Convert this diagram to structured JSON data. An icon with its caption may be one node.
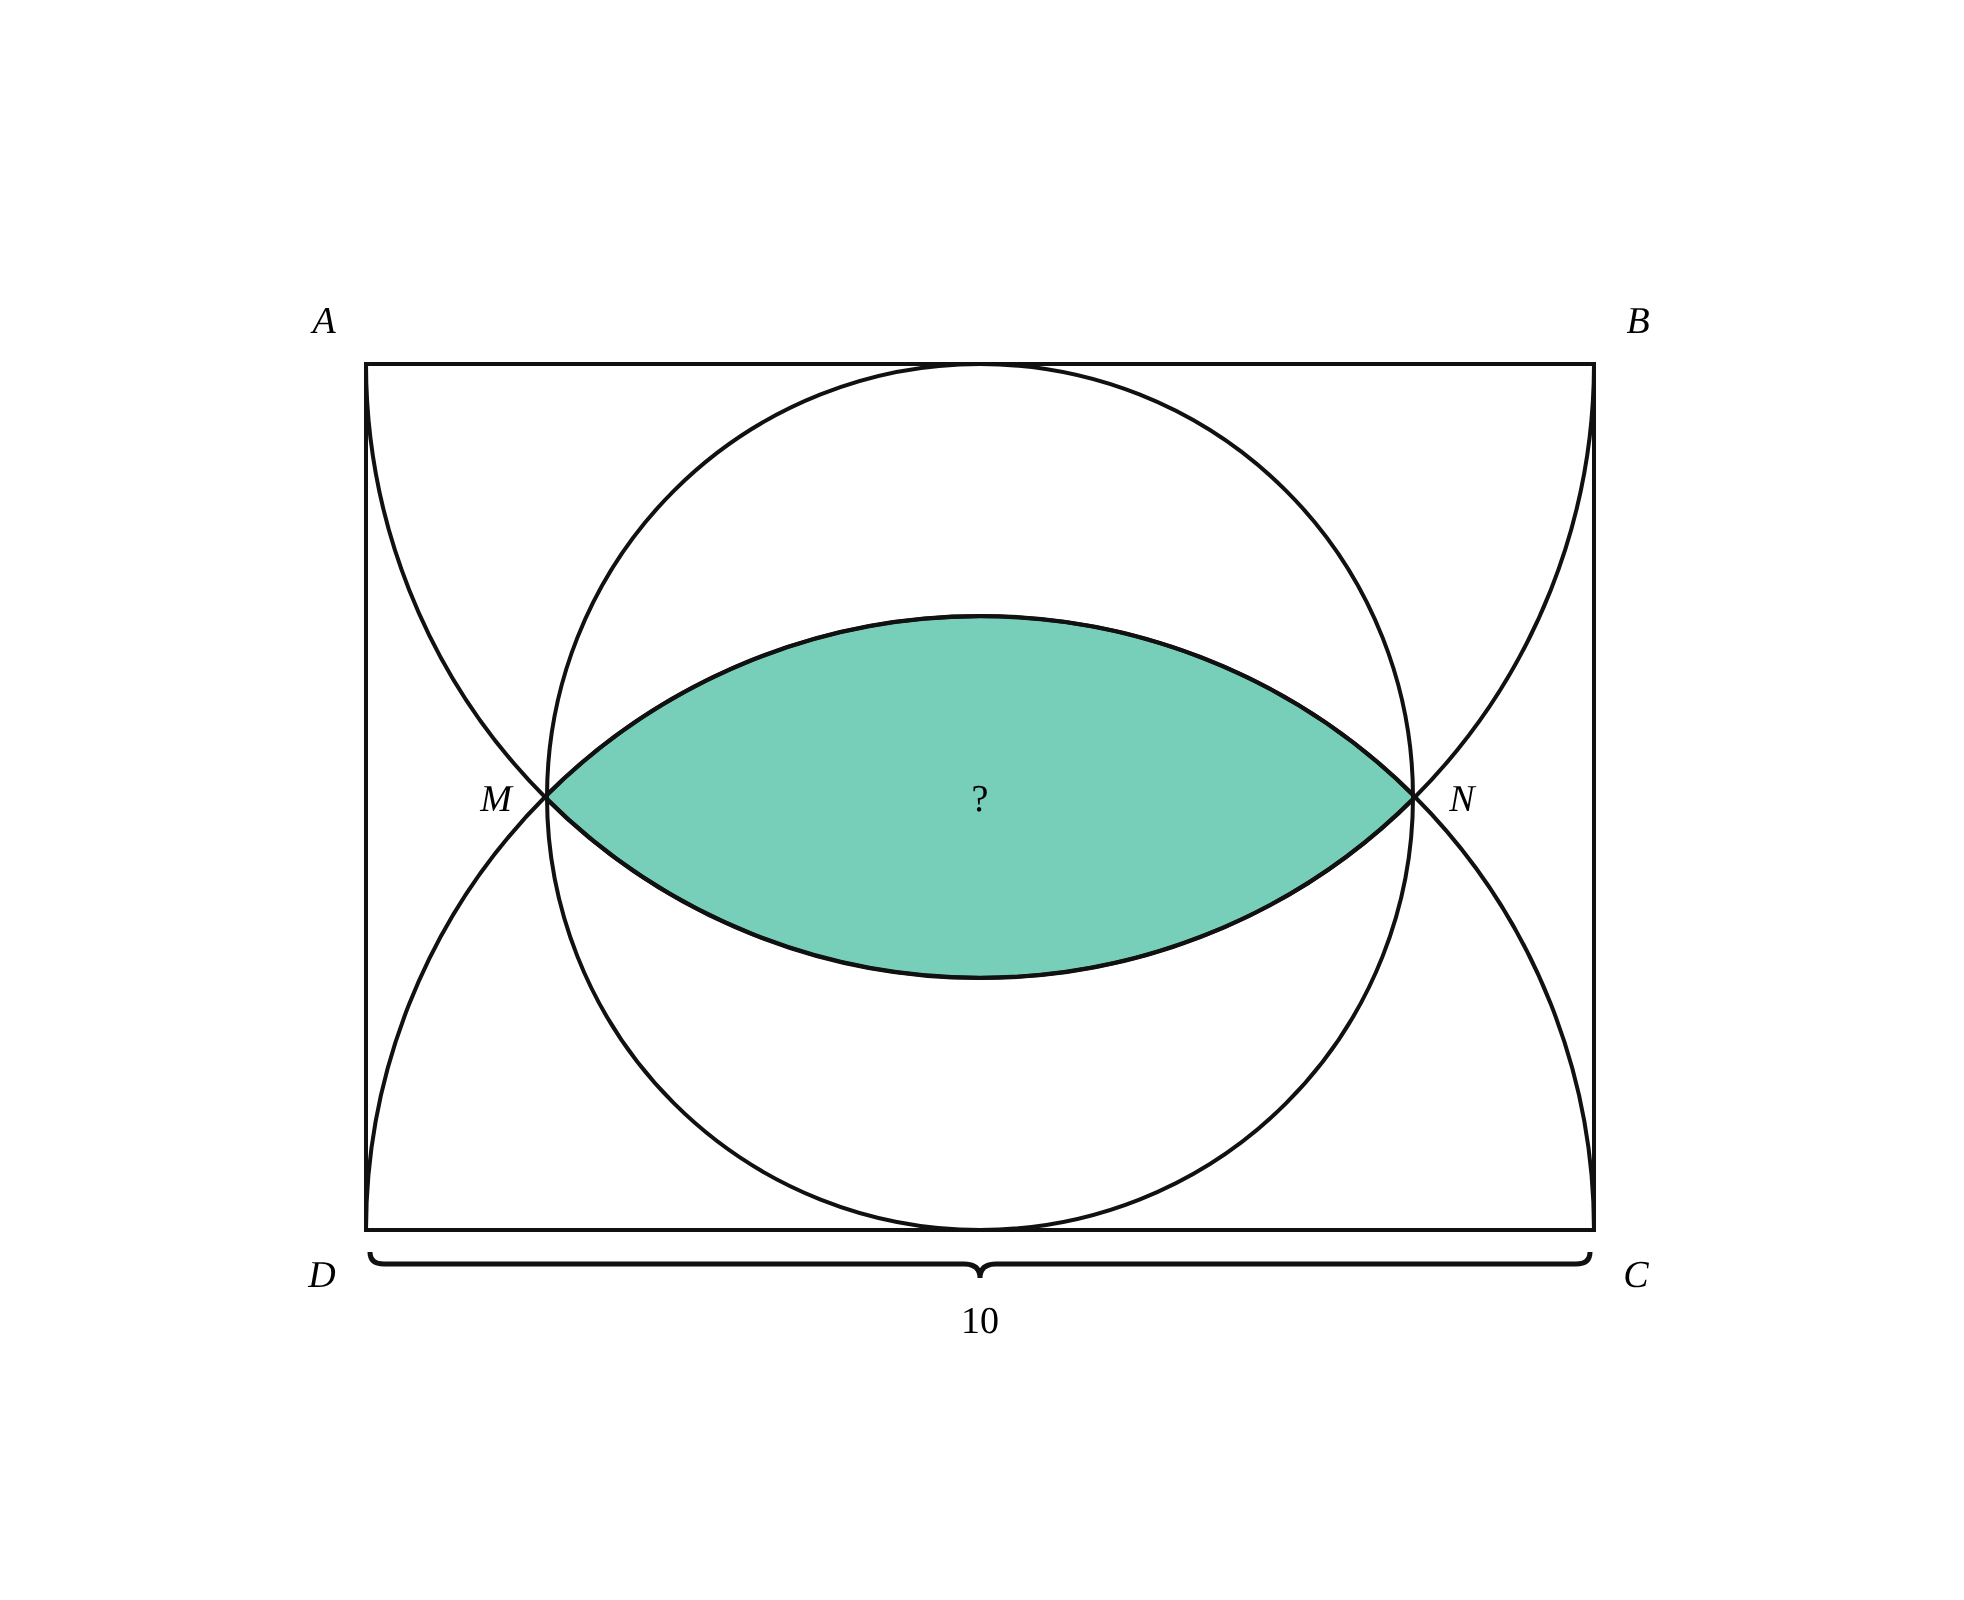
{
  "diagram": {
    "labels": [
      "A",
      "B",
      "M",
      "?",
      "N",
      "D",
      "C",
      "10"
    ]
  }
}
